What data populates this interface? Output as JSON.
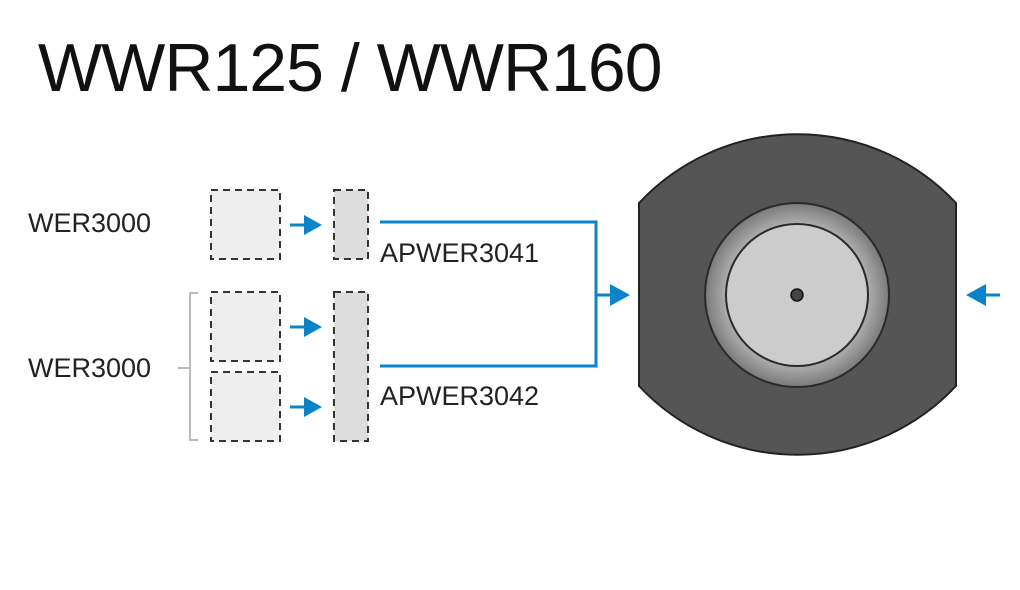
{
  "title": "WWR125 / WWR160",
  "labels": {
    "wer_single": "WER3000",
    "wer_double": "WER3000",
    "apwer_single": "APWER3041",
    "apwer_double": "APWER3042"
  },
  "icons": {
    "flow_arrow": "right-arrow-icon",
    "return_arrow": "left-arrow-icon"
  },
  "colors": {
    "accent": "#0a83c9",
    "housing": "#555555",
    "placeholder_fill": "#eeeeee",
    "adapter_fill": "#dddddd",
    "hub_fill": "#cccccc"
  }
}
